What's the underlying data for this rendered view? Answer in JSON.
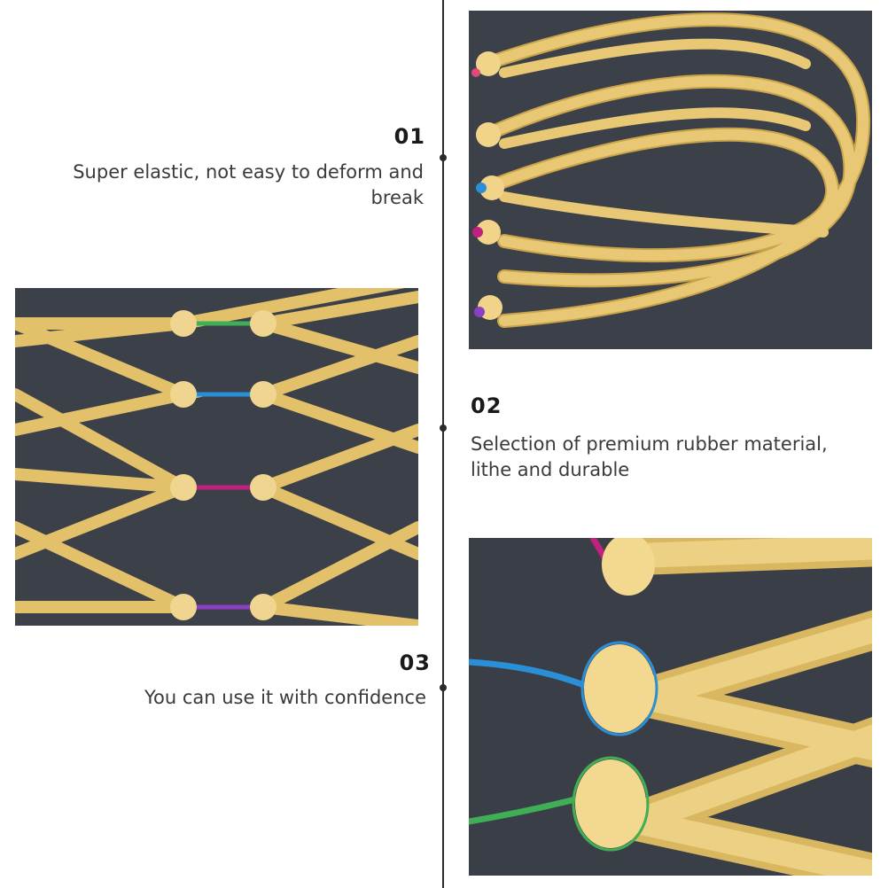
{
  "features": [
    {
      "number": "01",
      "text": "Super elastic, not easy to deform and break"
    },
    {
      "number": "02",
      "text": "Selection of premium rubber material, lithe and durable"
    },
    {
      "number": "03",
      "text": "You can use it with confidence"
    }
  ],
  "colors": {
    "tube": "#e8c874",
    "tube_shadow": "#c9a44a",
    "background_photo": "#3b3f47",
    "cord_green": "#3fae55",
    "cord_blue": "#2a8fd6",
    "cord_magenta": "#c0207e",
    "cord_purple": "#8a3fc4",
    "timeline": "#2b2b2b"
  },
  "images": [
    {
      "name": "tubes-looped-photo"
    },
    {
      "name": "tubes-net-photo"
    },
    {
      "name": "tubes-closeup-photo"
    }
  ]
}
